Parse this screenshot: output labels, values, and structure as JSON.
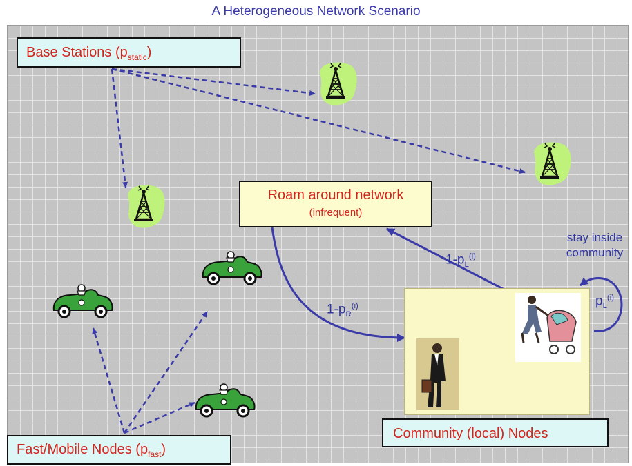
{
  "title": "A Heterogeneous Network Scenario",
  "base_stations": {
    "text": "Base Stations (p",
    "sub": "static",
    "close": ")"
  },
  "fast_nodes": {
    "text": "Fast/Mobile Nodes (p",
    "sub": "fast",
    "close": ")"
  },
  "roam": {
    "line1": "Roam around network",
    "line2": "(infrequent)"
  },
  "community": {
    "text": "Community (local) Nodes"
  },
  "stay": {
    "line1": "stay inside",
    "line2": "community"
  },
  "edge_leave": {
    "base": "1-p",
    "sub": "L",
    "sup": "(i)"
  },
  "edge_return": {
    "base": "1-p",
    "sub": "R",
    "sup": "(i)"
  },
  "edge_stay": {
    "base": "p",
    "sub": "L",
    "sup": "(i)"
  },
  "colors": {
    "arrow": "#3a3aa8",
    "label_red": "#d0261e",
    "car_green": "#3aa23a",
    "tower_blob": "#bff27a"
  }
}
